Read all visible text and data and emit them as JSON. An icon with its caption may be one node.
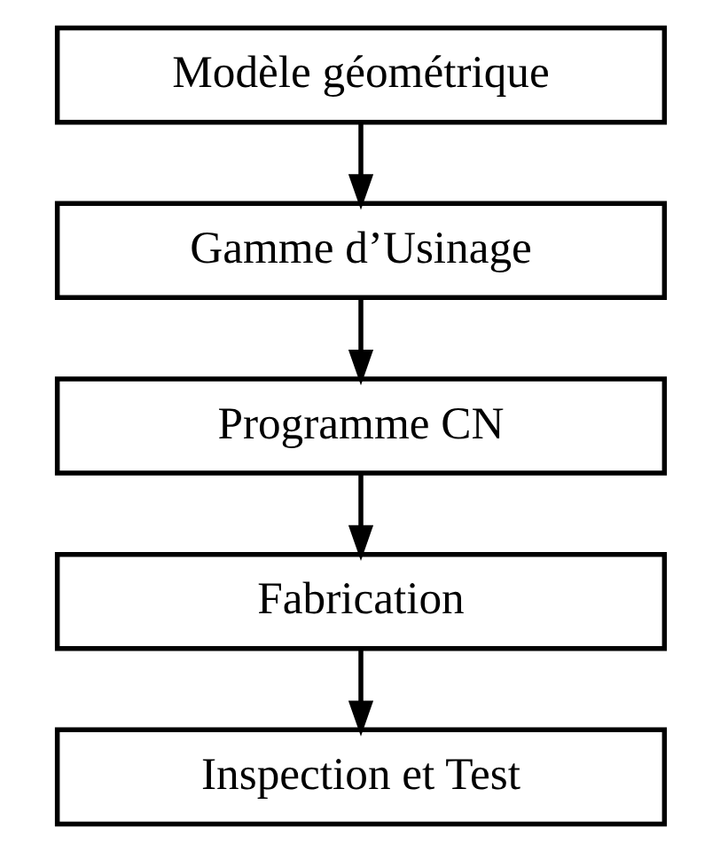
{
  "diagram": {
    "nodes": [
      {
        "text": [
          "Modèle géométrique"
        ]
      },
      {
        "text": [
          "Gamme d’Usinage"
        ]
      },
      {
        "text": [
          "Programme CN"
        ]
      },
      {
        "text": [
          "Fabrication"
        ]
      },
      {
        "text": [
          "Inspection et Test"
        ]
      }
    ],
    "edges": [
      {
        "from": 0,
        "to": 1,
        "arrow": "to"
      },
      {
        "from": 1,
        "to": 2,
        "arrow": "to"
      },
      {
        "from": 2,
        "to": 3,
        "arrow": "to"
      },
      {
        "from": 3,
        "to": 4,
        "arrow": "to"
      }
    ]
  }
}
